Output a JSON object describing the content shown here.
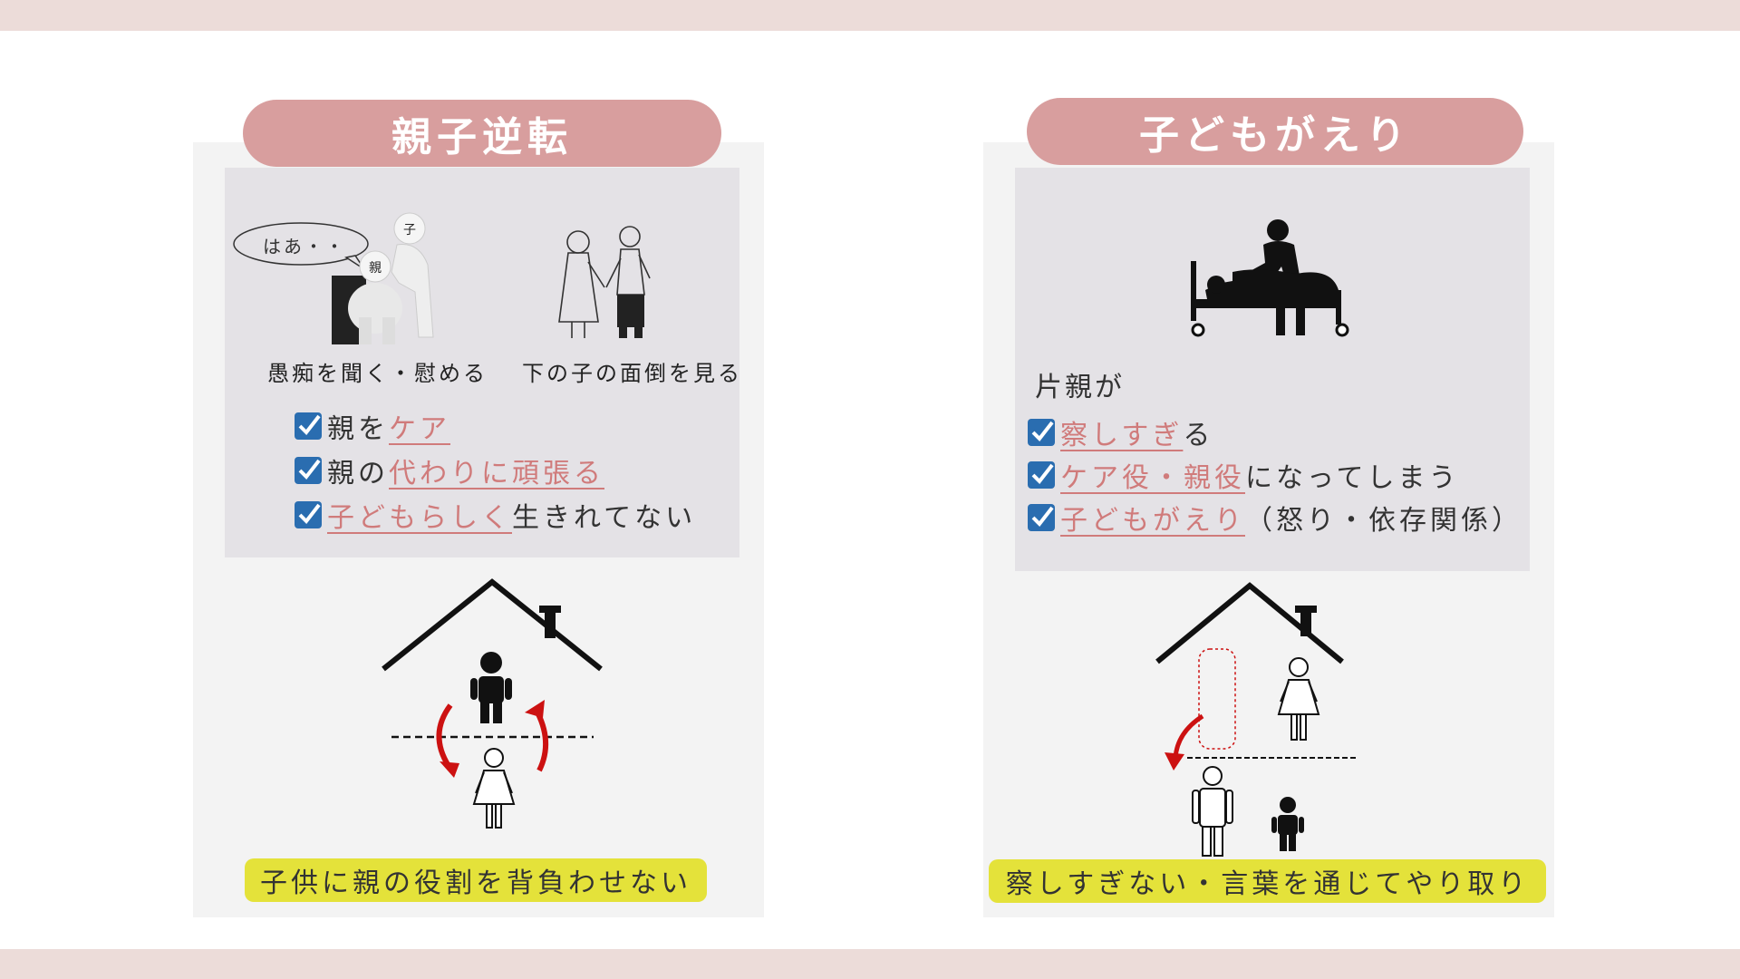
{
  "left": {
    "title": "親子逆転",
    "speech": "はあ・・",
    "child_tag": "子",
    "parent_tag": "親",
    "caption1": "愚痴を聞く・慰める",
    "caption2": "下の子の面倒を見る",
    "checks": [
      {
        "pre": "親を",
        "hl": "ケア",
        "post": ""
      },
      {
        "pre": "親の",
        "hl": "代わりに頑張る",
        "post": ""
      },
      {
        "pre": "",
        "hl": "子どもらしく",
        "post": "生きれてない"
      }
    ],
    "banner": "子供に親の役割を背負わせない"
  },
  "right": {
    "title": "子どもがえり",
    "lead": "片親が",
    "checks": [
      {
        "pre": "",
        "hl": "察しすぎ",
        "post": "る"
      },
      {
        "pre": "",
        "hl": "ケア役・親役",
        "post": "になってしまう"
      },
      {
        "pre": "",
        "hl": "子どもがえり",
        "post": "（怒り・依存関係）"
      }
    ],
    "banner": "察しすぎない・言葉を通じてやり取り"
  },
  "colors": {
    "accent_pink": "#d89e9e",
    "highlight_text": "#d07b7b",
    "checkbox_blue": "#2a6db0",
    "banner_yellow": "#e4e23a",
    "arrow_red": "#cc1111",
    "band": "#ecdcd9"
  },
  "icons": [
    "checkbox-icon",
    "house-icon",
    "child-icon",
    "mother-icon",
    "father-icon",
    "curved-arrow-icon",
    "hospital-bed-icon",
    "figurine-illustration",
    "holding-hands-illustration"
  ]
}
